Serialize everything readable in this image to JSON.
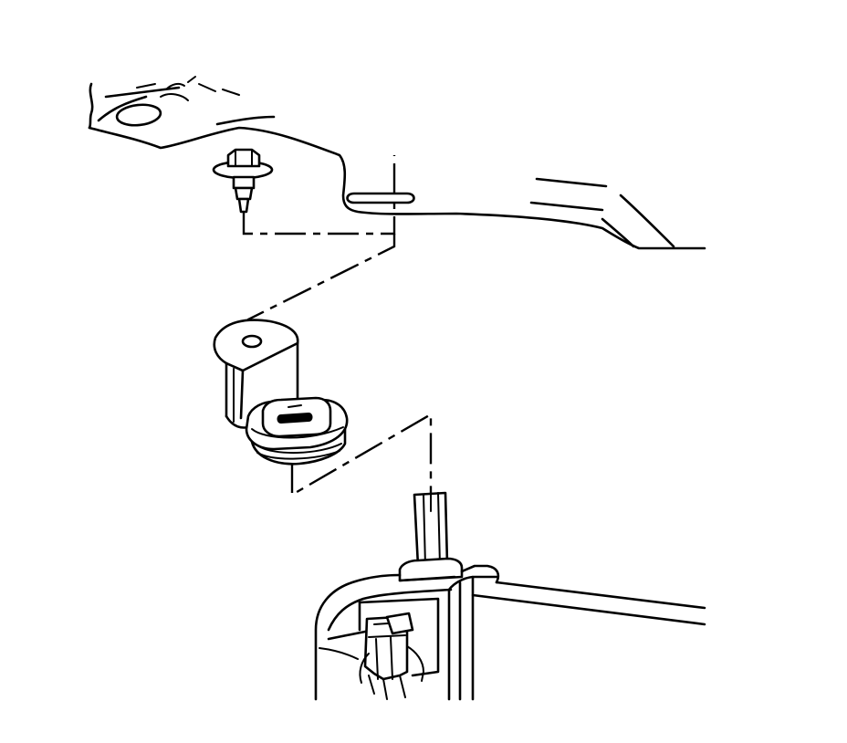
{
  "diagram": {
    "type": "exploded-assembly-illustration",
    "labels": [],
    "parts": [
      {
        "id": "upper-support-panel"
      },
      {
        "id": "mounting-bolt"
      },
      {
        "id": "upper-mount-bracket"
      },
      {
        "id": "rubber-insulator"
      },
      {
        "id": "radiator-mounting-pin"
      },
      {
        "id": "radiator-tank"
      },
      {
        "id": "radiator-core"
      },
      {
        "id": "hose-clip"
      }
    ],
    "colors": {
      "line": "#000000",
      "background": "#ffffff"
    }
  }
}
